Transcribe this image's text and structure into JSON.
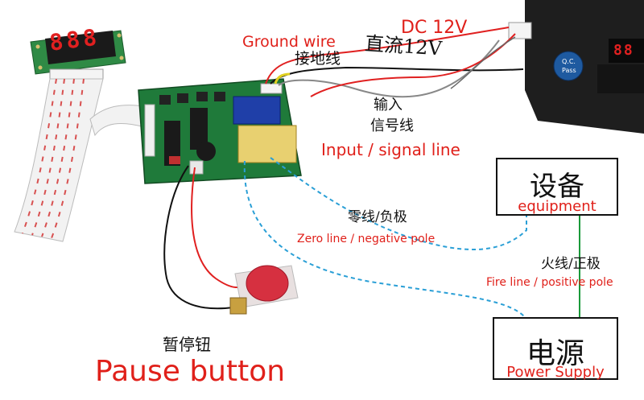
{
  "labels": {
    "ground_wire_en": "Ground wire",
    "ground_wire_cn": "接地线",
    "dc_en": "DC 12V",
    "dc_cn": "直流12V",
    "input_cn_1": "输入",
    "input_cn_2": "信号线",
    "input_en": "Input / signal line",
    "zero_cn": "零线/负极",
    "zero_en": "Zero line / negative pole",
    "fire_cn": "火线/正极",
    "fire_en": "Fire line / positive pole",
    "pause_cn": "暂停钮",
    "pause_en": "Pause button"
  },
  "boxes": {
    "equipment_cn": "设备",
    "equipment_en": "equipment",
    "power_cn": "电源",
    "power_en": "Power Supply"
  },
  "devices": {
    "display_digits": "888",
    "acceptor_digits": "88",
    "acceptor_badge_1": "Q.C.",
    "acceptor_badge_2": "Pass"
  },
  "colors": {
    "red_text": "#e0201a",
    "wire_blue": "#2a9fd6",
    "wire_green": "#1a9a3a",
    "pcb_green": "#1f7a3a",
    "relay_blue": "#1f3fa8"
  }
}
